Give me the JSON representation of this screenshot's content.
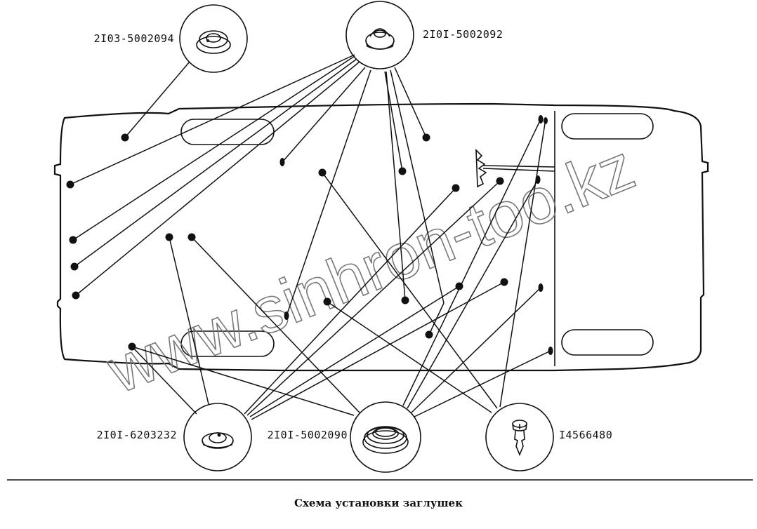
{
  "diagram": {
    "caption": "Схема установки заглушек",
    "watermark": "www.sinhron-too.kz",
    "parts": [
      {
        "id": "p1",
        "number": "2I03-5002094",
        "icon": "flat-ring-plug-icon"
      },
      {
        "id": "p2",
        "number": "2I0I-5002092",
        "icon": "cap-plug-icon"
      },
      {
        "id": "p3",
        "number": "2I0I-6203232",
        "icon": "small-plug-icon"
      },
      {
        "id": "p4",
        "number": "2I0I-5002090",
        "icon": "large-ring-plug-icon"
      },
      {
        "id": "p5",
        "number": "I4566480",
        "icon": "push-pin-plug-icon"
      }
    ],
    "colors": {
      "ink": "#111111",
      "watermark": "#777777",
      "background": "#ffffff"
    }
  }
}
